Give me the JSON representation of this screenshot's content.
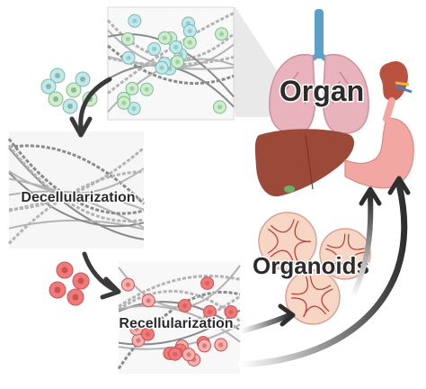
{
  "labels": {
    "organ": "Organ",
    "decellularization": "Decellularization",
    "recellularization": "Recellularization",
    "organoids": "Organoids"
  },
  "icons": [
    "cells-in-matrix-panel",
    "lungs-icon",
    "kidney-icon",
    "liver-icon",
    "stomach-icon",
    "organoid-spheres",
    "free-cells-green",
    "free-cells-red",
    "cycle-arrows"
  ],
  "colors": {
    "cell_green": "#cfeec5",
    "cell_cyan": "#bfe9ef",
    "cell_red": "#f07a7a",
    "cell_red_light": "#f6b1b1",
    "fiber": "#9a9a9a",
    "lung": "#e9b3bd",
    "liver": "#9b4a3a",
    "stomach": "#f2a7a2",
    "organoid": "#f7d6c6",
    "arrow": "#3a3a3a"
  }
}
